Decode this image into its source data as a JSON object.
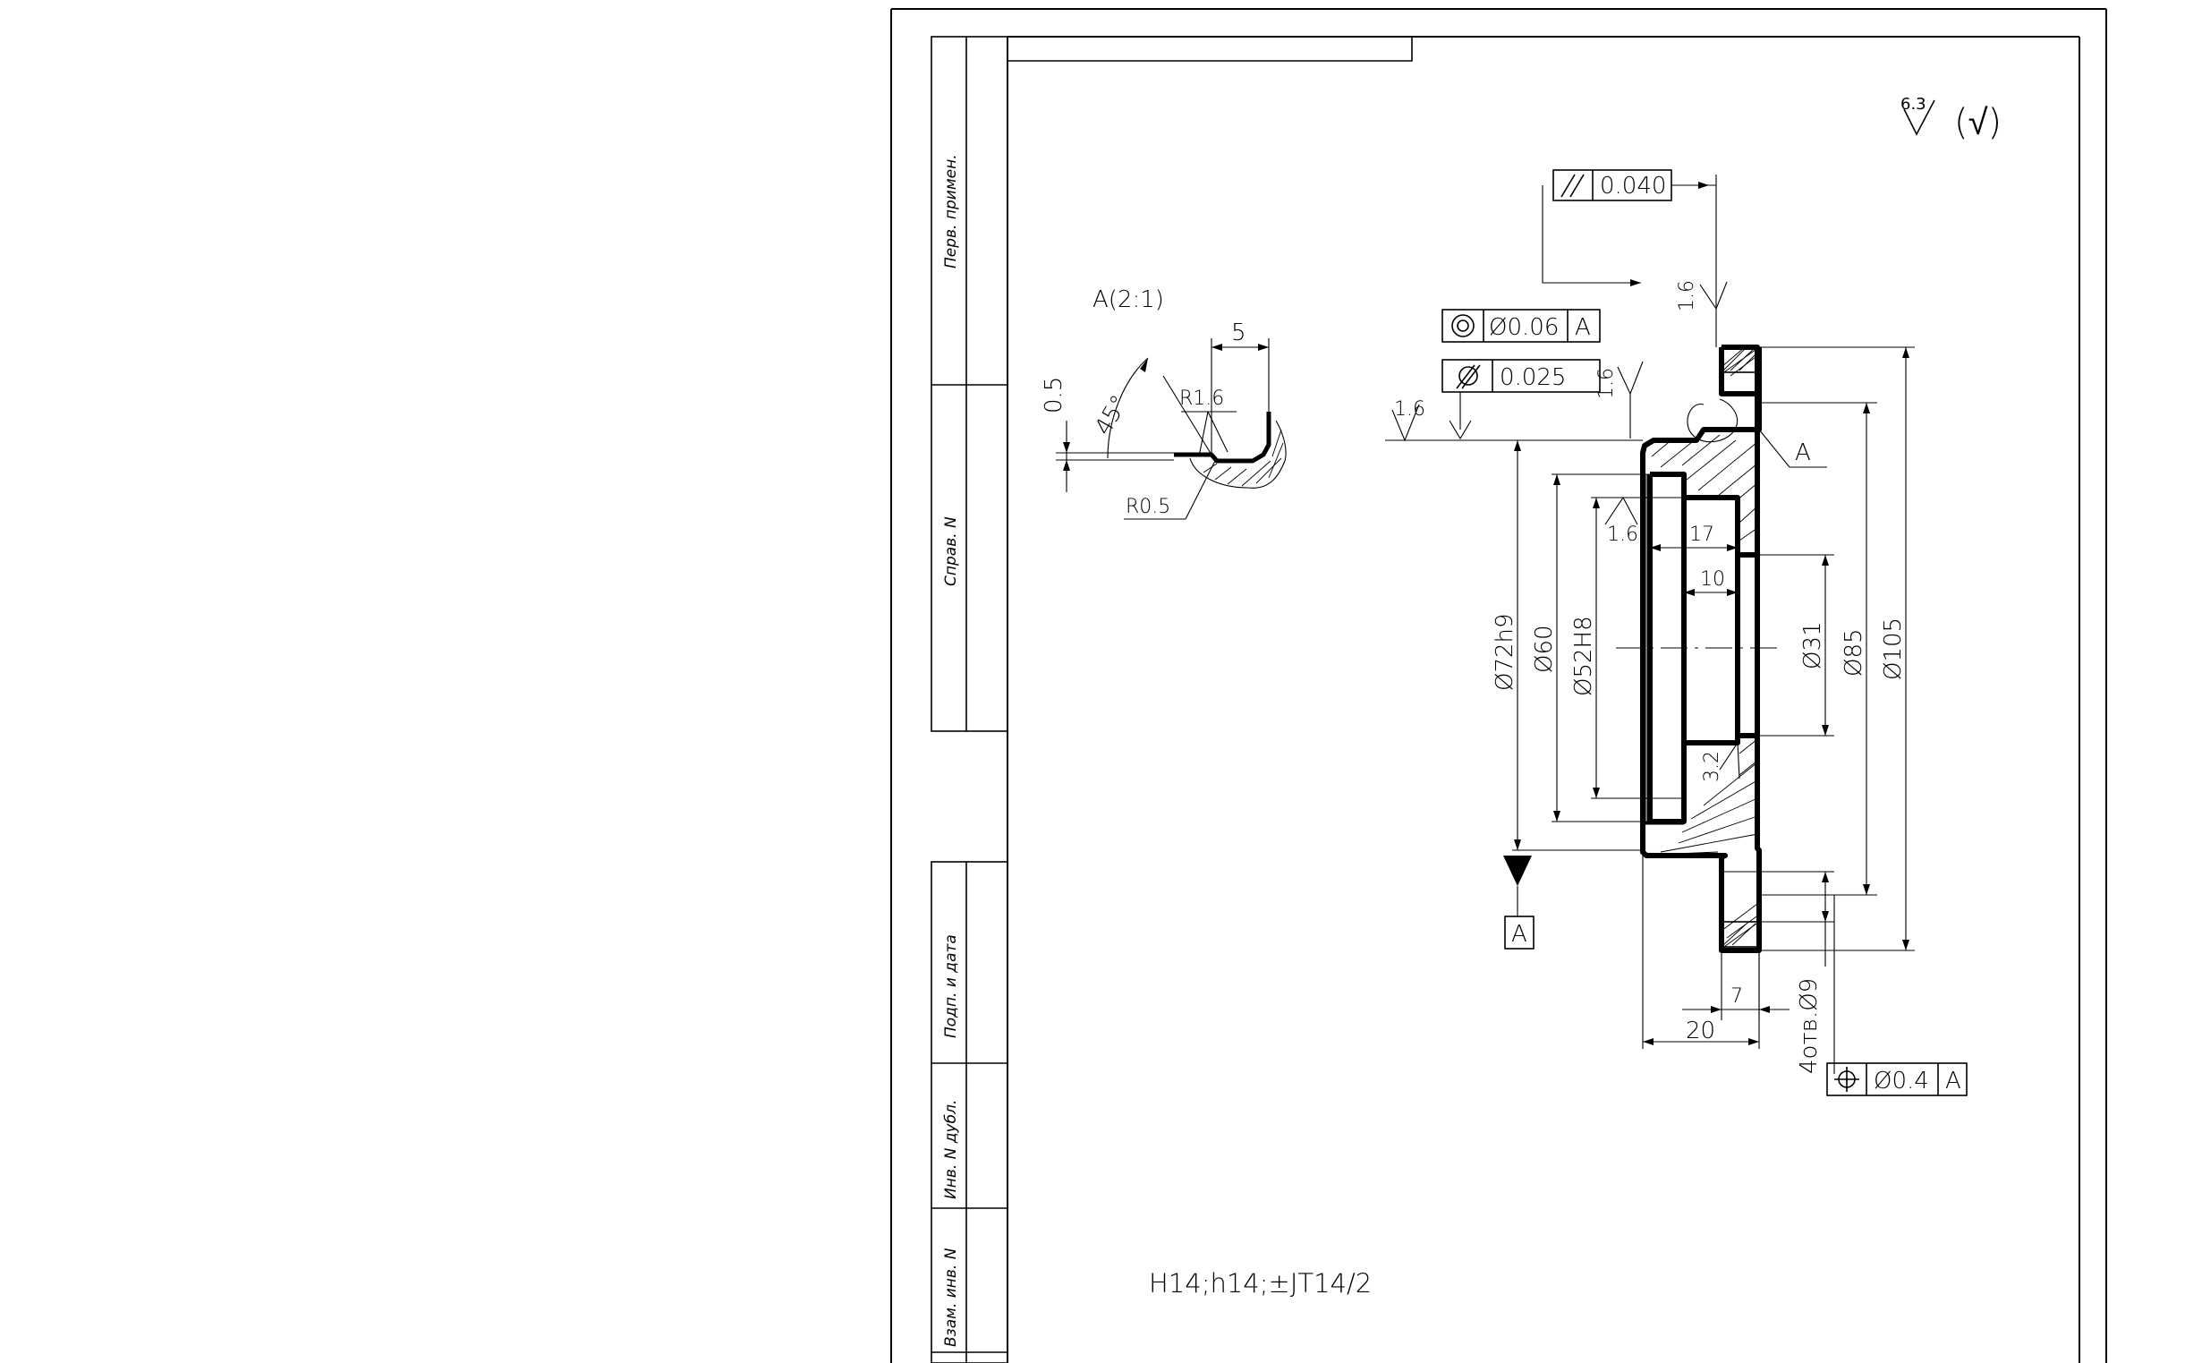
{
  "sheet": {
    "side_stamp": {
      "perv_primen": "Перв. примен.",
      "sprav_n": "Справ. N",
      "podp_i_data": "Подп. и дата",
      "inv_n_dubl": "Инв. N дубл.",
      "vzam_inv_n": "Взам. инв. N"
    }
  },
  "roughness": {
    "general_value": "6.3",
    "general_symbol": "(√)",
    "values": [
      "1.6",
      "1.6",
      "1.6",
      "1.6",
      "3.2"
    ]
  },
  "detail_view": {
    "title": "A(2:1)",
    "dim_5": "5",
    "dim_05": "0.5",
    "angle": "45°",
    "r16": "R1.6",
    "r05": "R0.5"
  },
  "tolerances": {
    "parallelism": {
      "symbol": "//",
      "value": "0.040"
    },
    "coaxiality": {
      "symbol": "◎",
      "value": "Ø0.06",
      "datum": "A"
    },
    "cylindricity": {
      "symbol": "/○/",
      "value": "0.025"
    },
    "position": {
      "symbol": "⌖",
      "value": "Ø0.4",
      "datum": "A"
    }
  },
  "datum": {
    "label": "A"
  },
  "view_marker": "A",
  "dimensions": {
    "d72h9": "Ø72h9",
    "d60": "Ø60",
    "d52H8": "Ø52H8",
    "d31": "Ø31",
    "d85": "Ø85",
    "d105": "Ø105",
    "len17": "17",
    "len10": "10",
    "len7": "7",
    "len20": "20",
    "holes": "4отв.Ø9"
  },
  "note": "H14;h14;±JT14/2"
}
